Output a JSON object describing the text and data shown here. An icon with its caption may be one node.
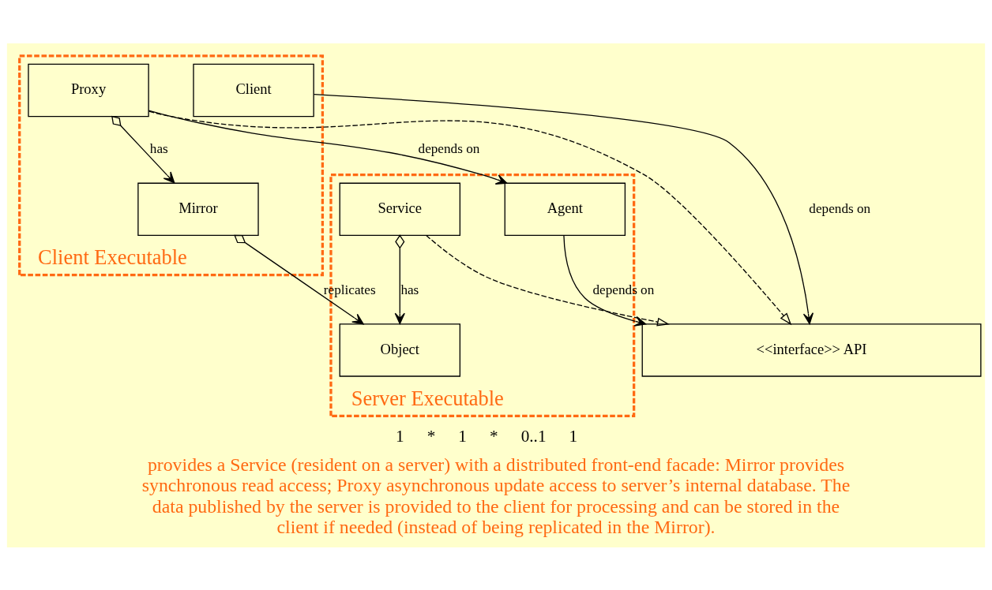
{
  "diagram": {
    "caption": "provides a Service (resident on a server) with a distributed front-end facade: Mirror provides synchronous read access; Proxy asynchronous update access to server’s internal database. The data published by the server is provided to the client for processing and can be stored in the client if needed (instead of being replicated in the Mirror).",
    "nodes": [
      {
        "text": [
          "Client Executable"
        ]
      },
      {
        "text": [
          "Server Executable"
        ]
      },
      {
        "text": [
          "Client"
        ],
        "in": 0
      },
      {
        "text": [
          "<<interface>> API"
        ]
      },
      {
        "text": [
          "Service"
        ],
        "in": 1
      },
      {
        "text": [
          "Proxy"
        ],
        "in": 0
      },
      {
        "text": [
          "Agent"
        ],
        "in": 1
      },
      {
        "text": [
          "Object"
        ],
        "in": 1
      },
      {
        "text": [
          "Mirror"
        ],
        "in": 0
      }
    ],
    "edges": [
      {
        "from": 2,
        "to": 3,
        "arrow": "to",
        "label": "depends on"
      },
      {
        "from": 4,
        "to": 3,
        "arrow": "to",
        "style": "dashed"
      },
      {
        "from": 5,
        "to": 3,
        "arrow": "to",
        "style": "dashed"
      },
      {
        "from": 6,
        "to": 3,
        "arrow": "to",
        "label": "depends on"
      },
      {
        "from": 5,
        "to": 6,
        "arrow": "to",
        "label": "depends on"
      },
      {
        "from": 4,
        "to": 7,
        "arrow": "to",
        "label": "has"
      },
      {
        "from": 5,
        "to": 8,
        "arrow": "to",
        "label": "has"
      },
      {
        "from": 8,
        "to": 7,
        "arrow": "to",
        "label": "replicates"
      }
    ],
    "labels": [
      "1",
      "*",
      "1",
      "*",
      "0..1",
      "1"
    ]
  }
}
